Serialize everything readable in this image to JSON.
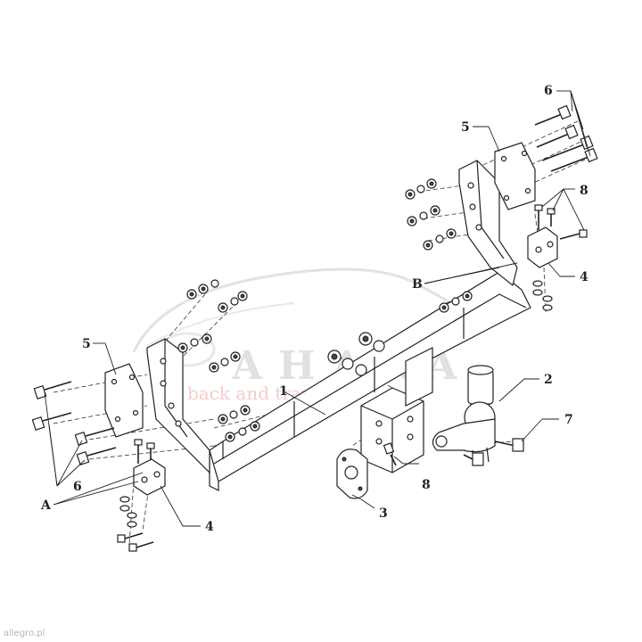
{
  "watermark": {
    "brand": "AHAKA",
    "tagline": "back and travel",
    "brand_color": "#d9d9d9",
    "tagline_color": "#f3c7c7"
  },
  "labels": {
    "part_1": "1",
    "part_2": "2",
    "part_3": "3",
    "part_4_left": "4",
    "part_4_right": "4",
    "part_5_left": "5",
    "part_5_right": "5",
    "part_6_left": "6",
    "part_6_right": "6",
    "part_7": "7",
    "part_8_right": "8",
    "part_8_center": "8",
    "ref_a": "A",
    "ref_b": "B"
  },
  "footer": {
    "source_tag": "allegro.pl"
  },
  "icons": [
    "bolt-icon",
    "nut-icon",
    "washer-icon",
    "tow-ball-icon",
    "socket-plate-icon"
  ]
}
